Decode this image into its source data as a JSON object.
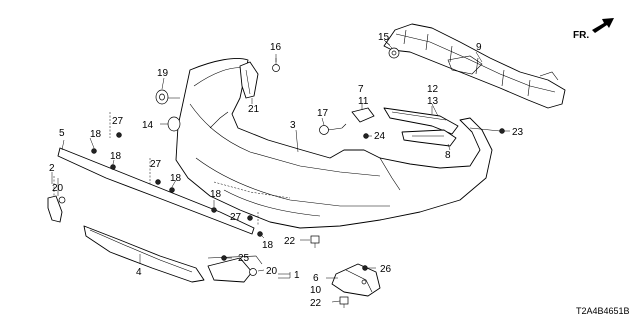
{
  "diagram": {
    "code": "T2A4B4651B",
    "direction_label": "FR.",
    "callouts": {
      "c1": "1",
      "c2": "2",
      "c3": "3",
      "c4": "4",
      "c5": "5",
      "c6": "6",
      "c7": "7",
      "c8": "8",
      "c9": "9",
      "c10": "10",
      "c11": "11",
      "c12": "12",
      "c13": "13",
      "c14": "14",
      "c15": "15",
      "c16": "16",
      "c17": "17",
      "c18a": "18",
      "c18b": "18",
      "c18c": "18",
      "c18d": "18",
      "c18e": "18",
      "c19": "19",
      "c20a": "20",
      "c20b": "20",
      "c21": "21",
      "c22a": "22",
      "c22b": "22",
      "c23": "23",
      "c24": "24",
      "c25": "25",
      "c26": "26",
      "c27a": "27",
      "c27b": "27",
      "c27c": "27"
    }
  }
}
